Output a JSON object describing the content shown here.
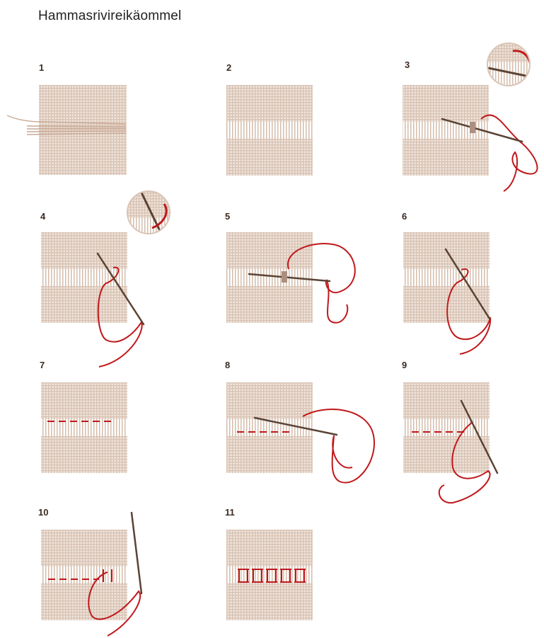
{
  "title": "Hammasrivireikäommel",
  "steps": [
    {
      "label": "1"
    },
    {
      "label": "2"
    },
    {
      "label": "3"
    },
    {
      "label": "4"
    },
    {
      "label": "5"
    },
    {
      "label": "6"
    },
    {
      "label": "7"
    },
    {
      "label": "8"
    },
    {
      "label": "9"
    },
    {
      "label": "10"
    },
    {
      "label": "11"
    }
  ],
  "colors": {
    "fabric": "#d9c3b4",
    "thread": "#c0181b",
    "needle": "#5a4334"
  }
}
